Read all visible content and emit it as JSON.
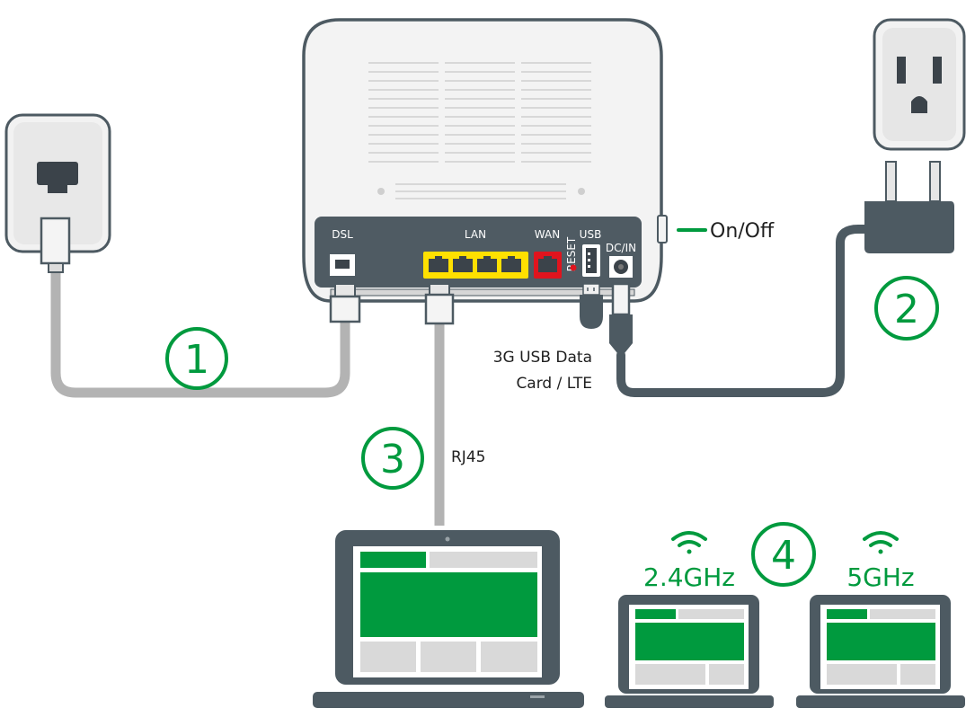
{
  "colors": {
    "accent_green": "#009a3e",
    "cable_dark": "#4d5a62",
    "cable_light": "#b3b3b3",
    "router_body": "#f3f3f3",
    "router_outline": "#4d5a62",
    "port_panel": "#4f5b63",
    "lan_port_yellow": "#ffe000",
    "wan_port_red": "#e0141e",
    "screen_gray": "#d9d9d9"
  },
  "router": {
    "ports": {
      "dsl": "DSL",
      "lan": "LAN",
      "wan": "WAN",
      "usb": "USB",
      "reset": "RESET",
      "dcin": "DC/IN"
    },
    "power_switch_label": "On/Off"
  },
  "labels": {
    "usb_card_line1": "3G USB Data",
    "usb_card_line2": "Card / LTE",
    "rj45": "RJ45"
  },
  "steps": [
    "1",
    "2",
    "3",
    "4"
  ],
  "wifi": {
    "band_24": "2.4GHz",
    "band_5": "5GHz"
  },
  "icons": [
    "phone-jack-icon",
    "power-outlet-icon",
    "power-adapter-icon",
    "router-icon",
    "wifi-icon",
    "laptop-icon",
    "usb-dongle-icon"
  ]
}
